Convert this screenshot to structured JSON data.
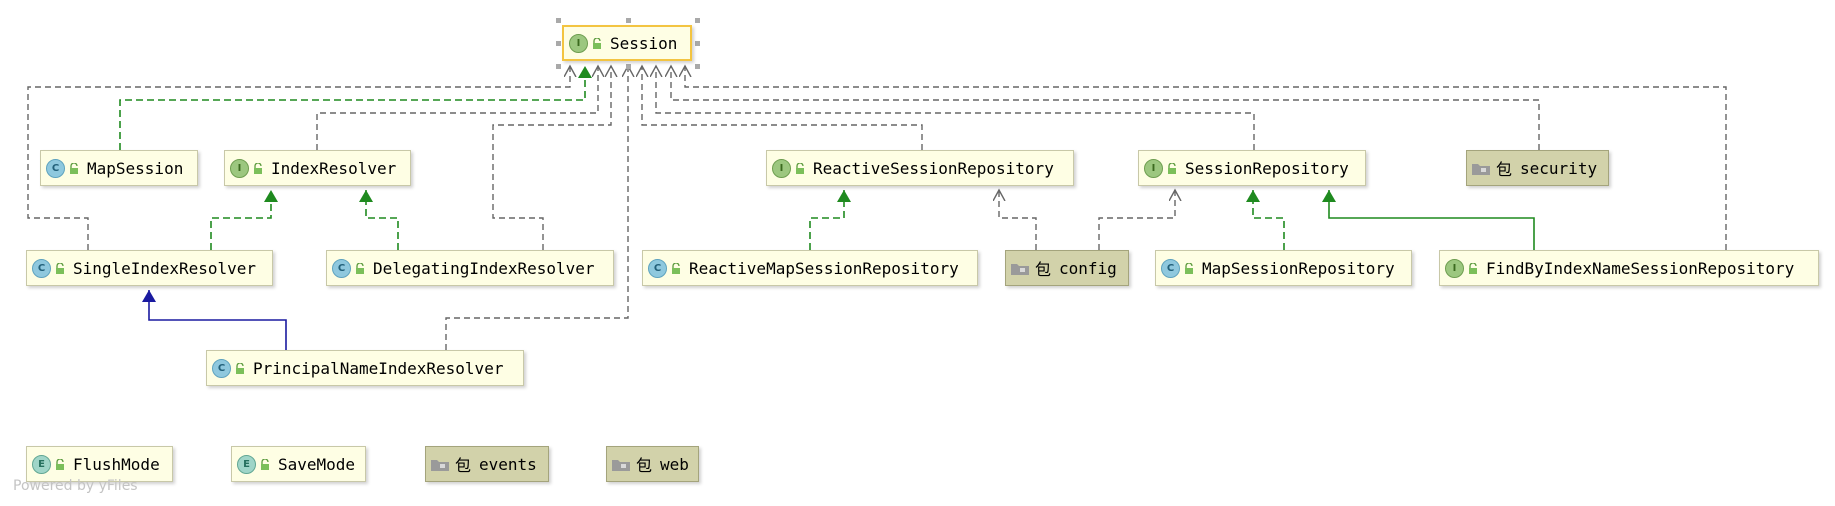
{
  "diagram": {
    "nodes": [
      {
        "id": "session",
        "kind": "I",
        "label": "Session",
        "selected": true
      },
      {
        "id": "mapsession",
        "kind": "C",
        "label": "MapSession"
      },
      {
        "id": "indexresolver",
        "kind": "I",
        "label": "IndexResolver"
      },
      {
        "id": "reactivesessionrepository",
        "kind": "I",
        "label": "ReactiveSessionRepository"
      },
      {
        "id": "sessionrepository",
        "kind": "I",
        "label": "SessionRepository"
      },
      {
        "id": "security",
        "kind": "P",
        "label": "security"
      },
      {
        "id": "singleindexresolver",
        "kind": "C",
        "label": "SingleIndexResolver"
      },
      {
        "id": "delegatingindexresolver",
        "kind": "C",
        "label": "DelegatingIndexResolver"
      },
      {
        "id": "reactivemapsessionrepository",
        "kind": "C",
        "label": "ReactiveMapSessionRepository"
      },
      {
        "id": "config",
        "kind": "P",
        "label": "config"
      },
      {
        "id": "mapsessionrepository",
        "kind": "C",
        "label": "MapSessionRepository"
      },
      {
        "id": "findbyindexnamesessionrepository",
        "kind": "I",
        "label": "FindByIndexNameSessionRepository"
      },
      {
        "id": "principalnameindexresolver",
        "kind": "C",
        "label": "PrincipalNameIndexResolver"
      },
      {
        "id": "flushmode",
        "kind": "E",
        "label": "FlushMode"
      },
      {
        "id": "savemode",
        "kind": "E",
        "label": "SaveMode"
      },
      {
        "id": "events",
        "kind": "P",
        "label": "events"
      },
      {
        "id": "web",
        "kind": "P",
        "label": "web"
      }
    ],
    "package_word": "包",
    "footer": "Powered by yFiles",
    "colors": {
      "implements": "#1f8a1f",
      "extends": "#1a1aa0",
      "dependency": "#555555",
      "selection": "#f3c441",
      "node_fill": "#fefee4",
      "package_fill": "#d2d2aa"
    }
  }
}
